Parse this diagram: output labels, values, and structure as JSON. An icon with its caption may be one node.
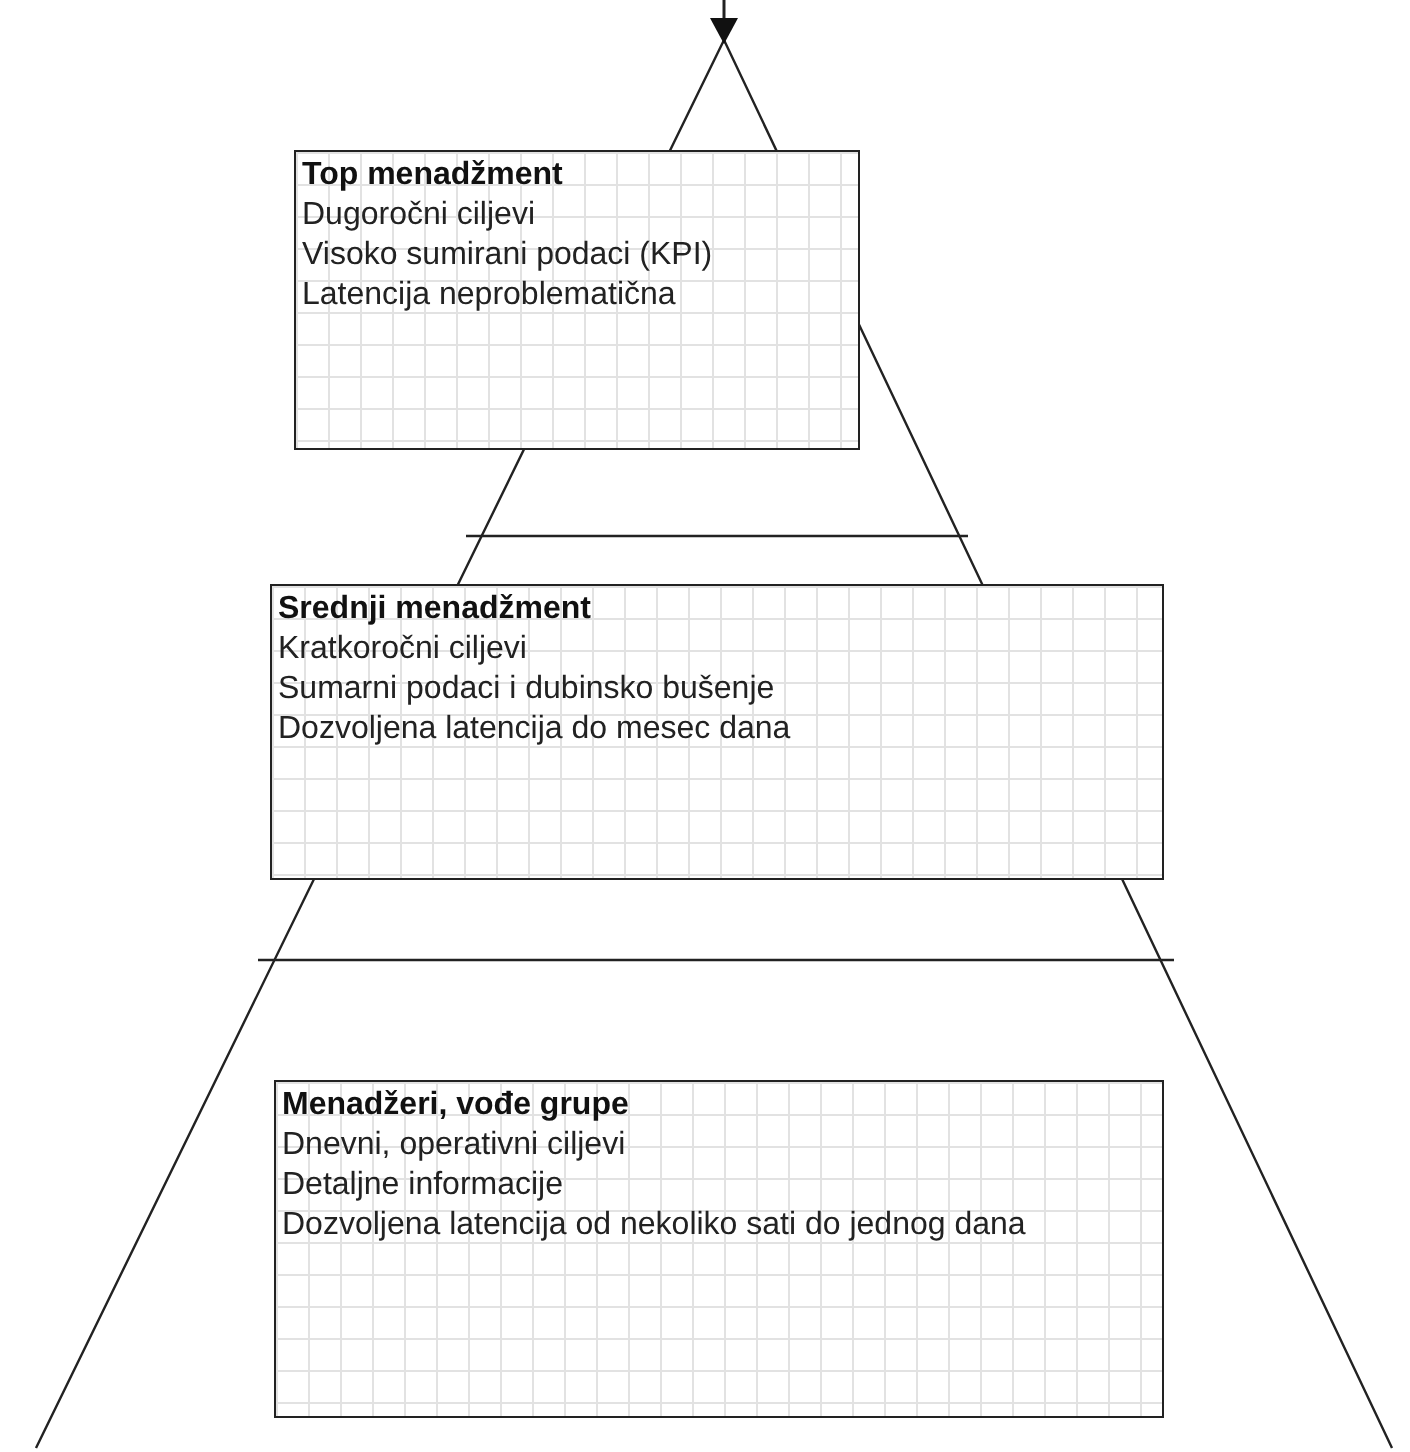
{
  "diagram": {
    "nodes": [
      {
        "text": [
          "Top menadžment",
          "Dugoročni ciljevi",
          "Visoko sumirani podaci (KPI)",
          "Latencija neproblematična"
        ]
      },
      {
        "text": [
          "Srednji menadžment",
          "Kratkoročni ciljevi",
          "Sumarni podaci i dubinsko bušenje",
          "Dozvoljena latencija do mesec dana"
        ]
      },
      {
        "text": [
          "Menadžeri, vođe grupe",
          "Dnevni, operativni ciljevi",
          "Detaljne informacije",
          "Dozvoljena latencija od nekoliko sati do jednog dana"
        ]
      }
    ]
  }
}
